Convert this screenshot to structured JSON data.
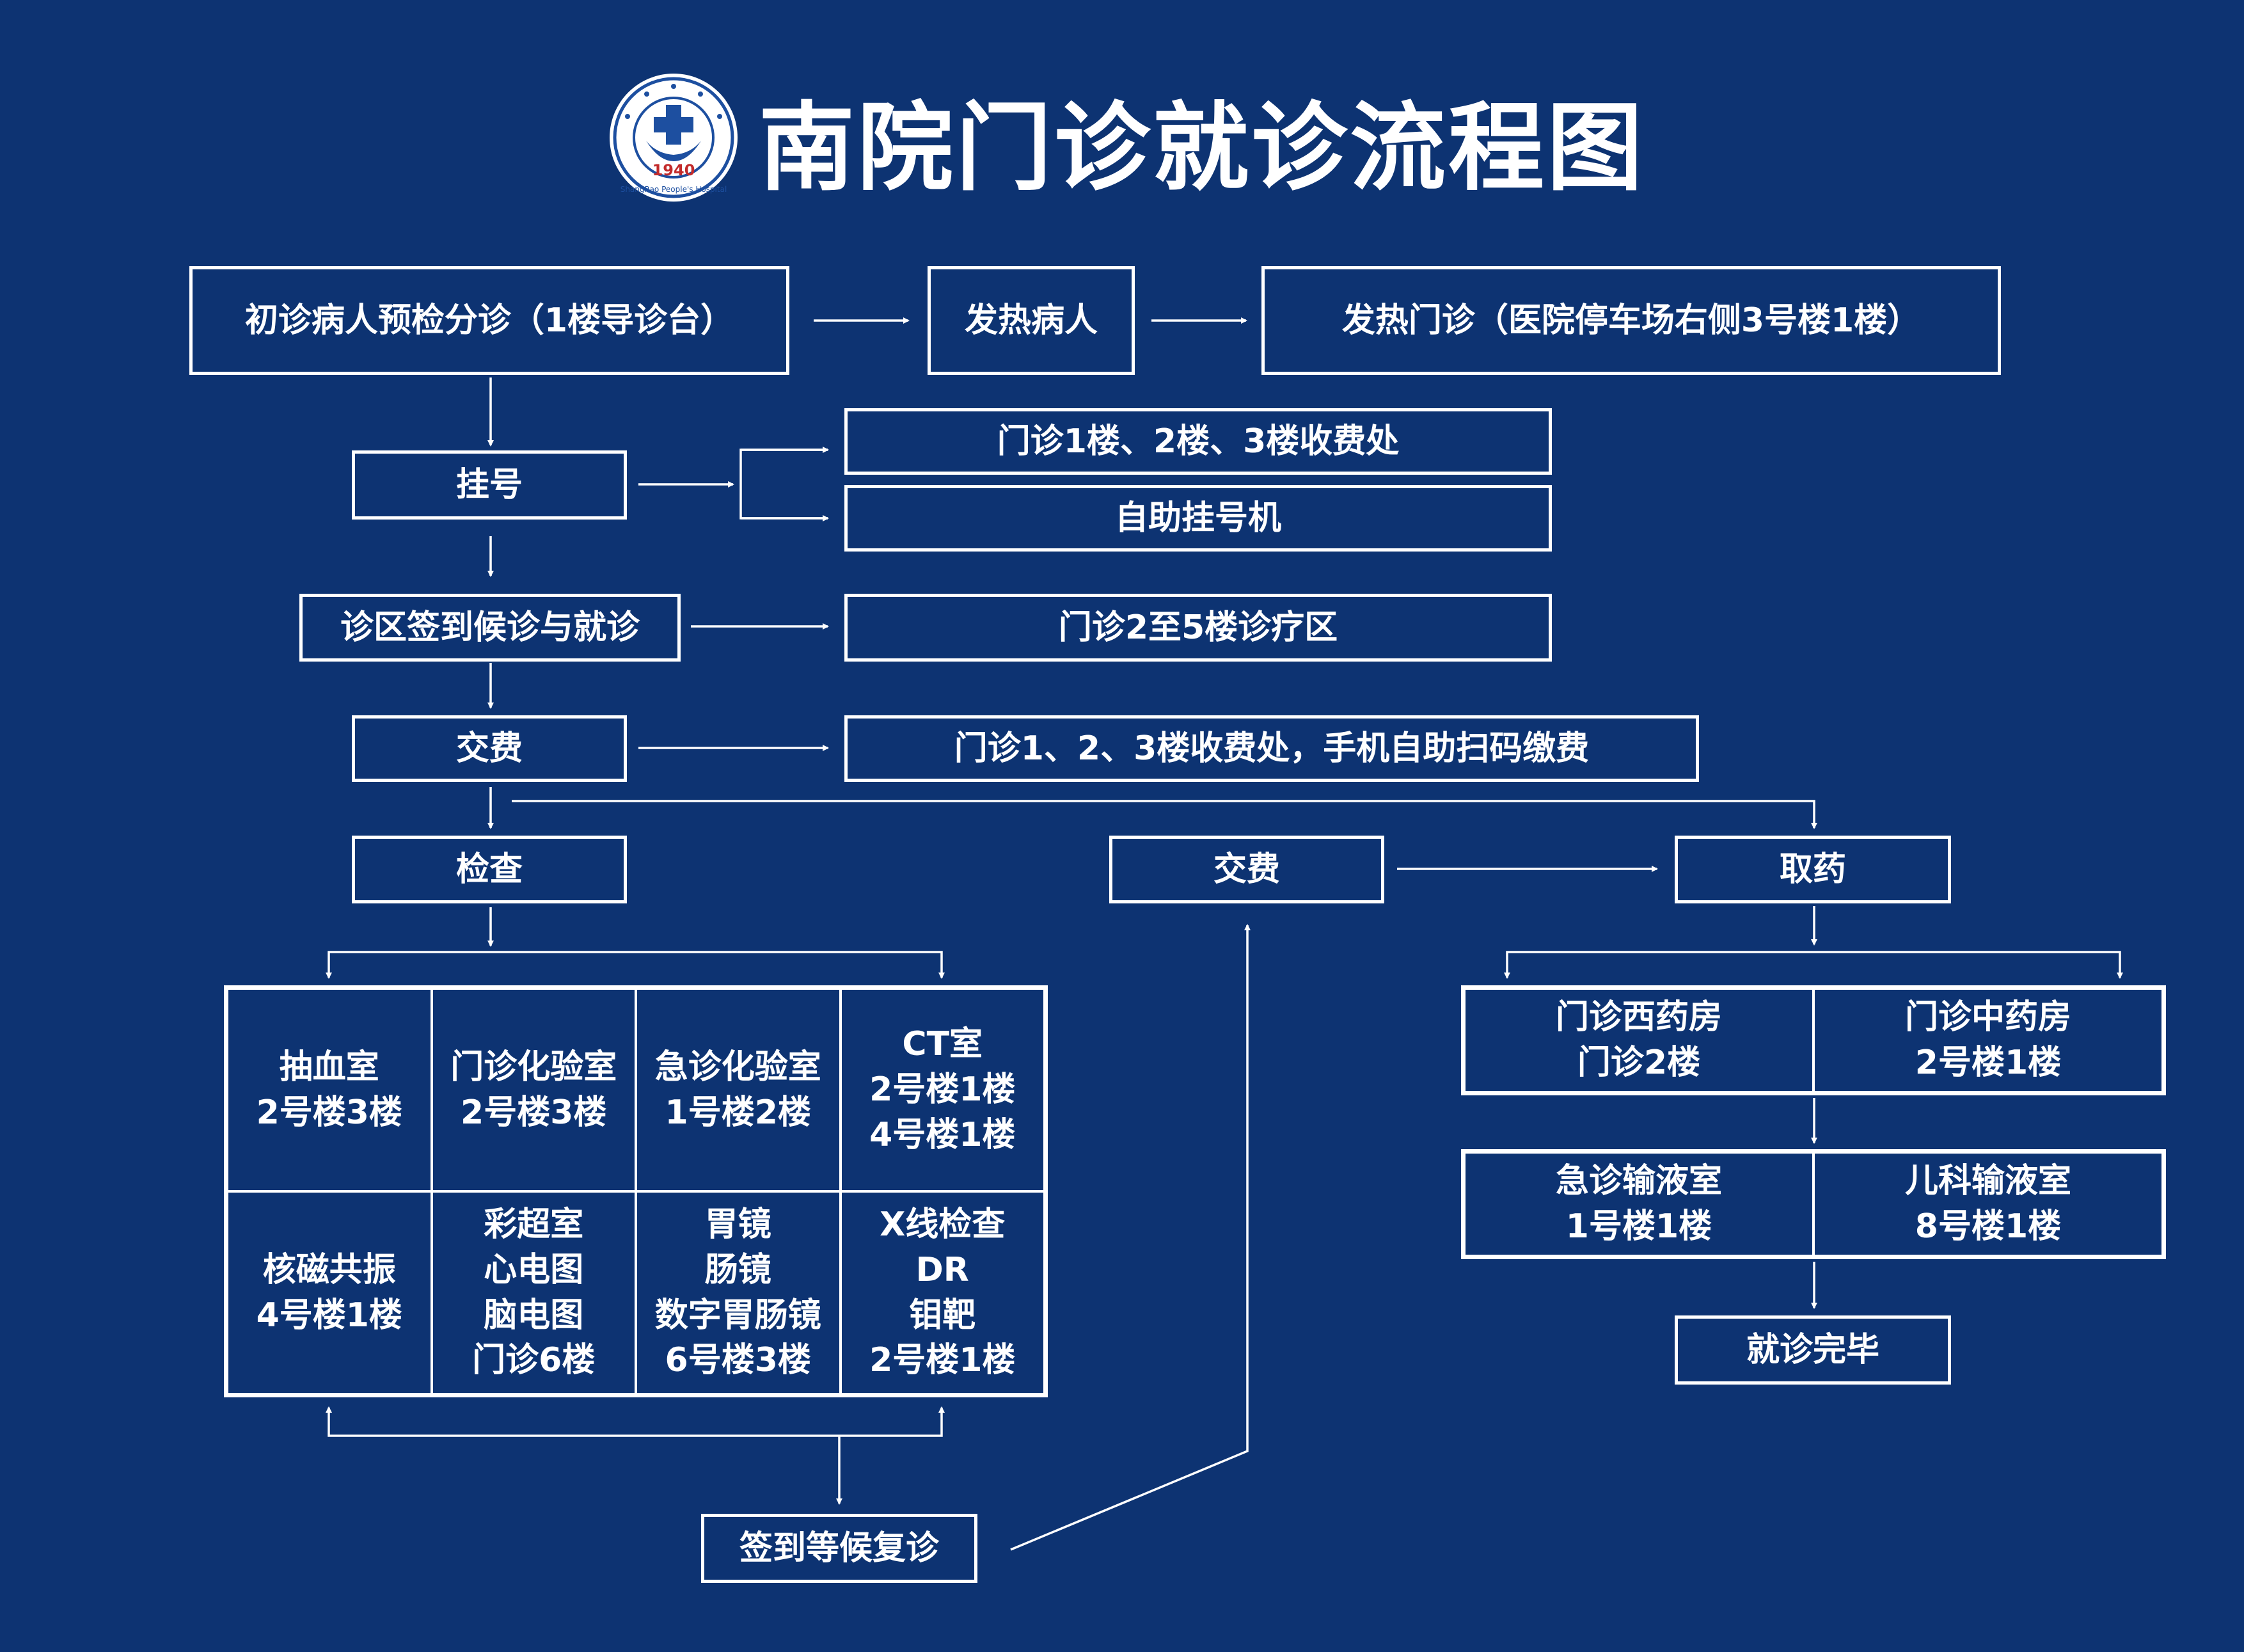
{
  "title": "南院门诊就诊流程图",
  "logo": {
    "year": "1940",
    "ring_text": "ShangRao People's Hospital"
  },
  "colors": {
    "background": "#0d3372",
    "line": "#ffffff",
    "logo_blue": "#1d4fa0"
  },
  "steps": {
    "triage": "初诊病人预检分诊（1楼导诊台）",
    "fever_patient": "发热病人",
    "fever_clinic": "发热门诊（医院停车场右侧3号楼1楼）",
    "register": "挂号",
    "register_desk": "门诊1楼、2楼、3楼收费处",
    "register_machine": "自助挂号机",
    "checkin": "诊区签到候诊与就诊",
    "clinic_area": "门诊2至5楼诊疗区",
    "pay": "交费",
    "pay_location": "门诊1、2、3楼收费处，手机自助扫码缴费",
    "exam": "检查",
    "pay_again": "交费",
    "pickup": "取药",
    "recheck": "签到等候复诊",
    "finish": "就诊完毕"
  },
  "exam_rooms": [
    "抽血室\n2号楼3楼",
    "门诊化验室\n2号楼3楼",
    "急诊化验室\n1号楼2楼",
    "CT室\n2号楼1楼\n4号楼1楼",
    "核磁共振\n4号楼1楼",
    "彩超室\n心电图\n脑电图\n门诊6楼",
    "胃镜\n肠镜\n数字胃肠镜\n6号楼3楼",
    "X线检查\nDR\n钼靶\n2号楼1楼"
  ],
  "pharmacies": [
    "门诊西药房\n门诊2楼",
    "门诊中药房\n2号楼1楼"
  ],
  "infusion_rooms": [
    "急诊输液室\n1号楼1楼",
    "儿科输液室\n8号楼1楼"
  ]
}
